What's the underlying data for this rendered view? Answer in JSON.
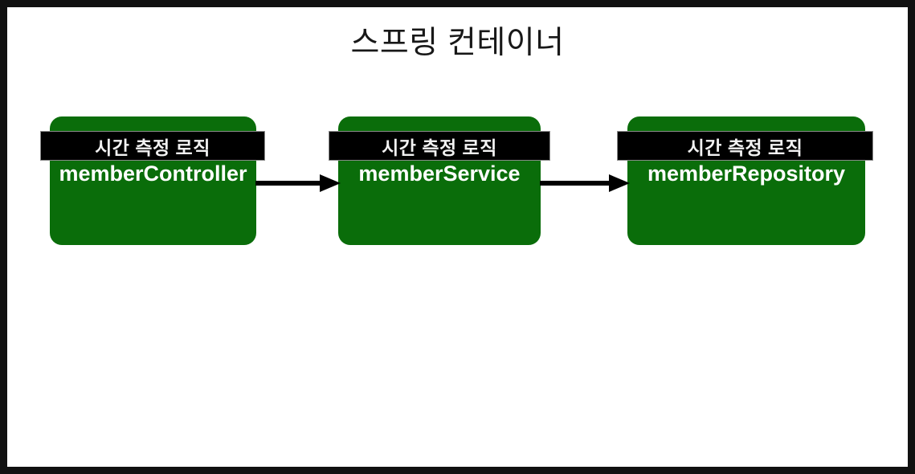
{
  "diagram": {
    "title": "스프링 컨테이너",
    "frame_color": "#111111",
    "background_color": "#ffffff",
    "bean_color": "#0a6d0a",
    "banner_color": "#000000",
    "banner_text_color": "#f2f2f2",
    "arrow_color": "#000000",
    "beans": [
      {
        "id": "controller",
        "banner_label": "시간 측정 로직",
        "label": "memberController"
      },
      {
        "id": "service",
        "banner_label": "시간 측정 로직",
        "label": "memberService"
      },
      {
        "id": "repository",
        "banner_label": "시간 측정 로직",
        "label": "memberRepository"
      }
    ],
    "connections": [
      {
        "id": "controller-to-service",
        "from": "memberController",
        "to": "memberService"
      },
      {
        "id": "service-to-repository",
        "from": "memberService",
        "to": "memberRepository"
      }
    ]
  }
}
